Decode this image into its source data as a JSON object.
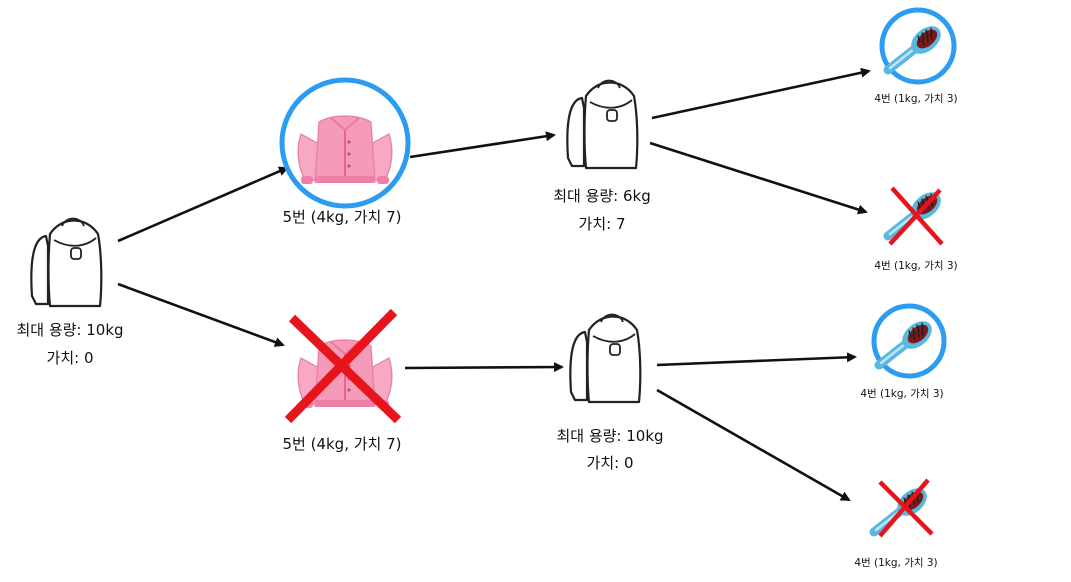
{
  "nodes": {
    "root": {
      "line1": "최대 용량: 10kg",
      "line2": "가치: 0"
    },
    "jacket_yes": {
      "label": "5번 (4kg, 가치 7)",
      "selected": true
    },
    "jacket_no": {
      "label": "5번 (4kg, 가치 7)",
      "selected": false
    },
    "bag_upper": {
      "line1": "최대 용량: 6kg",
      "line2": "가치: 7"
    },
    "bag_lower": {
      "line1": "최대 용량: 10kg",
      "line2": "가치: 0"
    },
    "brush_1": {
      "label": "4번 (1kg, 가치 3)",
      "selected": true
    },
    "brush_2": {
      "label": "4번 (1kg, 가치 3)",
      "selected": false
    },
    "brush_3": {
      "label": "4번 (1kg, 가치 3)",
      "selected": true
    },
    "brush_4": {
      "label": "4번 (1kg, 가치 3)",
      "selected": false
    }
  },
  "colors": {
    "selected_ring": "#2b9cf2",
    "rejected_cross": "#e8141c",
    "jacket": "#f59ab8",
    "brush_handle": "#5ab8e0",
    "brush_head": "#7a1b1b"
  }
}
